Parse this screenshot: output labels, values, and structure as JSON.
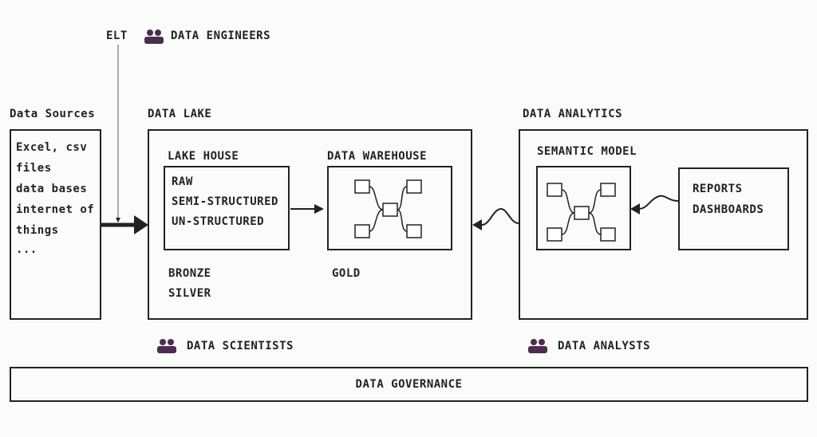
{
  "header": {
    "elt_label": "ELT",
    "engineers_label": "DATA ENGINEERS"
  },
  "sources": {
    "title": "Data Sources",
    "items": [
      "Excel, csv",
      "files",
      "data bases",
      "internet of",
      "things",
      "..."
    ]
  },
  "lake": {
    "title": "DATA LAKE",
    "lakehouse_title": "LAKE HOUSE",
    "lakehouse_items": [
      "RAW",
      "SEMI-STRUCTURED",
      "UN-STRUCTURED"
    ],
    "tiers": [
      "BRONZE",
      "SILVER"
    ],
    "warehouse_title": "DATA WAREHOUSE",
    "warehouse_tier": "GOLD"
  },
  "analytics": {
    "title": "DATA ANALYTICS",
    "semantic_title": "SEMANTIC MODEL",
    "report_items": [
      "REPORTS",
      "DASHBOARDS"
    ]
  },
  "roles": {
    "scientists": "DATA SCIENTISTS",
    "analysts": "DATA ANALYSTS"
  },
  "governance": {
    "label": "DATA GOVERNANCE"
  },
  "colors": {
    "icon": "#4a2d4f",
    "line": "#222222"
  }
}
